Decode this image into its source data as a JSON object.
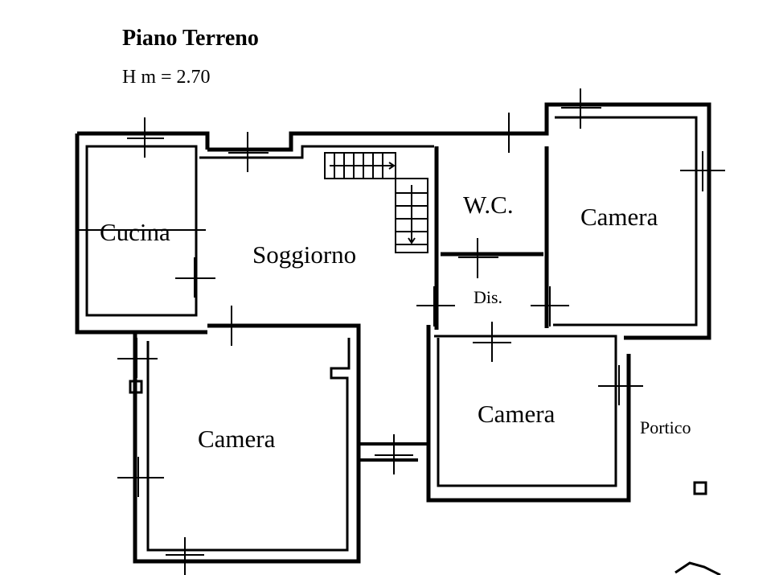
{
  "header": {
    "title": "Piano Terreno",
    "height": "H m = 2.70"
  },
  "rooms": {
    "cucina": "Cucina",
    "soggiorno": "Soggiorno",
    "wc": "W.C.",
    "camera_ne": "Camera",
    "dis": "Dis.",
    "camera_sw": "Camera",
    "camera_s": "Camera",
    "portico": "Portico"
  },
  "colors": {
    "ink": "#000000",
    "paper": "#ffffff"
  }
}
